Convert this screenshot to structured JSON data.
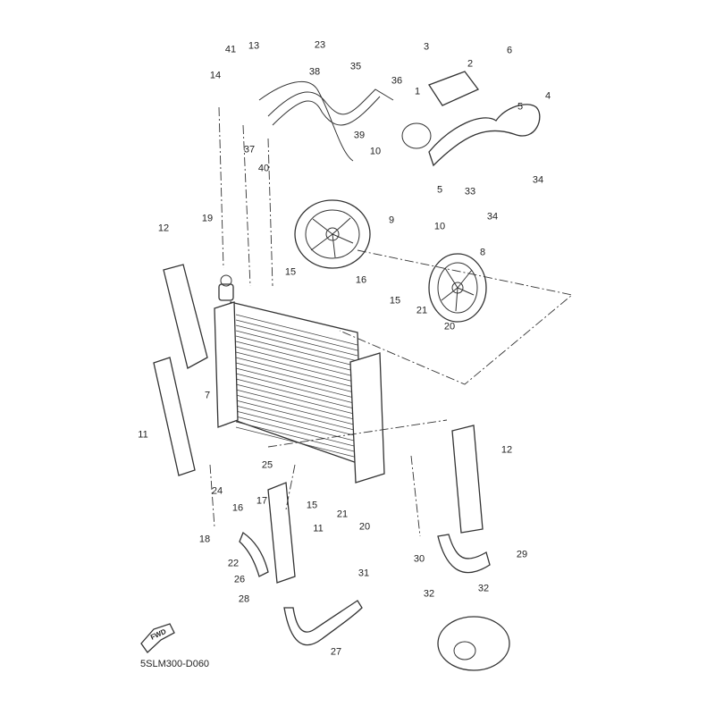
{
  "diagram": {
    "title": "Radiator / Cooling System Parts Diagram",
    "drawing_code": "5SLM300-D060",
    "fwd_label": "FWD",
    "callouts": [
      {
        "id": "c1",
        "label": "1"
      },
      {
        "id": "c2",
        "label": "2"
      },
      {
        "id": "c3",
        "label": "3"
      },
      {
        "id": "c4",
        "label": "4"
      },
      {
        "id": "c5a",
        "label": "5"
      },
      {
        "id": "c5b",
        "label": "5"
      },
      {
        "id": "c6",
        "label": "6"
      },
      {
        "id": "c7",
        "label": "7"
      },
      {
        "id": "c8",
        "label": "8"
      },
      {
        "id": "c9",
        "label": "9"
      },
      {
        "id": "c10a",
        "label": "10"
      },
      {
        "id": "c10b",
        "label": "10"
      },
      {
        "id": "c11a",
        "label": "11"
      },
      {
        "id": "c11b",
        "label": "11"
      },
      {
        "id": "c12a",
        "label": "12"
      },
      {
        "id": "c12b",
        "label": "12"
      },
      {
        "id": "c13",
        "label": "13"
      },
      {
        "id": "c14",
        "label": "14"
      },
      {
        "id": "c15a",
        "label": "15"
      },
      {
        "id": "c15b",
        "label": "15"
      },
      {
        "id": "c15c",
        "label": "15"
      },
      {
        "id": "c16a",
        "label": "16"
      },
      {
        "id": "c16b",
        "label": "16"
      },
      {
        "id": "c17",
        "label": "17"
      },
      {
        "id": "c18",
        "label": "18"
      },
      {
        "id": "c19",
        "label": "19"
      },
      {
        "id": "c20a",
        "label": "20"
      },
      {
        "id": "c20b",
        "label": "20"
      },
      {
        "id": "c21a",
        "label": "21"
      },
      {
        "id": "c21b",
        "label": "21"
      },
      {
        "id": "c22",
        "label": "22"
      },
      {
        "id": "c23",
        "label": "23"
      },
      {
        "id": "c24",
        "label": "24"
      },
      {
        "id": "c25",
        "label": "25"
      },
      {
        "id": "c26",
        "label": "26"
      },
      {
        "id": "c27",
        "label": "27"
      },
      {
        "id": "c28",
        "label": "28"
      },
      {
        "id": "c29",
        "label": "29"
      },
      {
        "id": "c30",
        "label": "30"
      },
      {
        "id": "c31",
        "label": "31"
      },
      {
        "id": "c32a",
        "label": "32"
      },
      {
        "id": "c32b",
        "label": "32"
      },
      {
        "id": "c33",
        "label": "33"
      },
      {
        "id": "c34a",
        "label": "34"
      },
      {
        "id": "c34b",
        "label": "34"
      },
      {
        "id": "c35",
        "label": "35"
      },
      {
        "id": "c36",
        "label": "36"
      },
      {
        "id": "c37",
        "label": "37"
      },
      {
        "id": "c38",
        "label": "38"
      },
      {
        "id": "c39",
        "label": "39"
      },
      {
        "id": "c40",
        "label": "40"
      },
      {
        "id": "c41",
        "label": "41"
      }
    ]
  }
}
